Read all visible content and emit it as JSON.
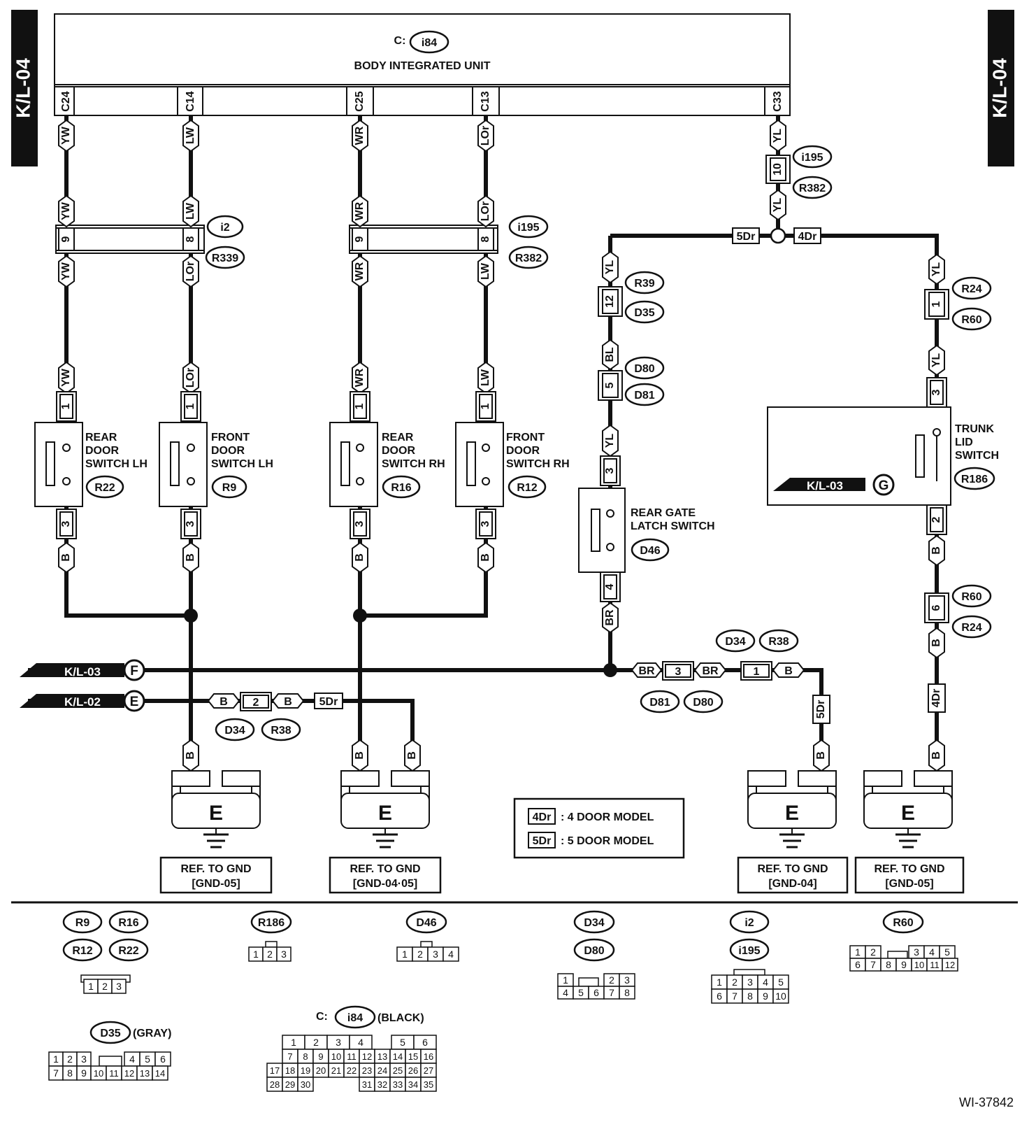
{
  "page": {
    "side_tag": "K/L-04",
    "figure_id": "WI-37842"
  },
  "unit": {
    "connector_prefix": "C:",
    "connector": "i84",
    "name": "BODY INTEGRATED UNIT",
    "pins": [
      "C24",
      "C14",
      "C25",
      "C13",
      "C33"
    ]
  },
  "wires": {
    "yw": "YW",
    "lw": "LW",
    "wr": "WR",
    "lor": "LOr",
    "yl": "YL",
    "bl": "BL",
    "br": "BR",
    "b": "B",
    "dr5": "5Dr",
    "dr4": "4Dr"
  },
  "junctions": {
    "j1": {
      "pins": [
        "9",
        "8"
      ],
      "ids": [
        "i2",
        "R339"
      ]
    },
    "j2": {
      "pins": [
        "9",
        "8"
      ],
      "ids": [
        "i195",
        "R382"
      ]
    },
    "j3": {
      "pin": "10",
      "ids": [
        "i195",
        "R382"
      ]
    }
  },
  "pins": {
    "p1": "1",
    "p2": "2",
    "p3": "3",
    "p4": "4",
    "p5": "5",
    "p6": "6",
    "p12": "12"
  },
  "switches": {
    "rear_lh": {
      "lines": [
        "REAR",
        "DOOR",
        "SWITCH LH"
      ],
      "id": "R22"
    },
    "front_lh": {
      "lines": [
        "FRONT",
        "DOOR",
        "SWITCH LH"
      ],
      "id": "R9"
    },
    "rear_rh": {
      "lines": [
        "REAR",
        "DOOR",
        "SWITCH RH"
      ],
      "id": "R16"
    },
    "front_rh": {
      "lines": [
        "FRONT",
        "DOOR",
        "SWITCH RH"
      ],
      "id": "R12"
    },
    "rear_gate": {
      "lines": [
        "REAR GATE",
        "LATCH SWITCH"
      ],
      "id": "D46"
    },
    "trunk": {
      "lines": [
        "TRUNK",
        "LID",
        "SWITCH"
      ],
      "id": "R186"
    }
  },
  "connector_ids": {
    "r39": "R39",
    "d35": "D35",
    "d80": "D80",
    "d81": "D81",
    "r24": "R24",
    "r60": "R60",
    "d34": "D34",
    "r38": "R38"
  },
  "refs": {
    "kl03": "K/L-03",
    "kl02": "K/L-02",
    "f": "F",
    "e": "E",
    "g": "G"
  },
  "grounds": {
    "label": "E",
    "ref1": [
      "REF. TO GND",
      "[GND-05]"
    ],
    "ref2": [
      "REF. TO GND",
      "[GND-04·05]"
    ],
    "ref3": [
      "REF. TO GND",
      "[GND-04]"
    ],
    "ref4": [
      "REF. TO GND",
      "[GND-05]"
    ]
  },
  "legend": [
    {
      "code": "4Dr",
      "text": ": 4 DOOR MODEL"
    },
    {
      "code": "5Dr",
      "text": ": 5 DOOR MODEL"
    }
  ],
  "connector_views": {
    "g1_ids": [
      "R9",
      "R16",
      "R12",
      "R22"
    ],
    "g1_pins": [
      "1",
      "2",
      "3"
    ],
    "g2_id": "R186",
    "g2_pins": [
      "1",
      "2",
      "3"
    ],
    "g3_id": "D46",
    "g3_pins": [
      "1",
      "2",
      "3",
      "4"
    ],
    "g4_ids": [
      "D34",
      "D80"
    ],
    "g4_rows": [
      [
        "1",
        "2",
        "3"
      ],
      [
        "4",
        "5",
        "6",
        "7",
        "8"
      ]
    ],
    "g5_ids": [
      "i2",
      "i195"
    ],
    "g5_rows": [
      [
        "1",
        "2",
        "3",
        "4",
        "5"
      ],
      [
        "6",
        "7",
        "8",
        "9",
        "10"
      ]
    ],
    "g6_id": "R60",
    "g6_rows": [
      [
        "1",
        "2",
        "3",
        "4",
        "5"
      ],
      [
        "6",
        "7",
        "8",
        "9",
        "10",
        "11",
        "12"
      ]
    ],
    "g7_id": "D35",
    "g7_note": "(GRAY)",
    "g7_rows": [
      [
        "1",
        "2",
        "3",
        "4",
        "5",
        "6"
      ],
      [
        "7",
        "8",
        "9",
        "10",
        "11",
        "12",
        "13",
        "14"
      ]
    ],
    "g8_prefix": "C:",
    "g8_id": "i84",
    "g8_note": "(BLACK)",
    "g8_rows": [
      [
        "1",
        "2",
        "3",
        "4",
        "5",
        "6"
      ],
      [
        "7",
        "8",
        "9",
        "10",
        "11",
        "12",
        "13",
        "14",
        "15",
        "16"
      ],
      [
        "17",
        "18",
        "19",
        "20",
        "21",
        "22",
        "23",
        "24",
        "25",
        "26",
        "27"
      ],
      [
        "28",
        "29",
        "30",
        "31",
        "32",
        "33",
        "34",
        "35"
      ]
    ]
  }
}
